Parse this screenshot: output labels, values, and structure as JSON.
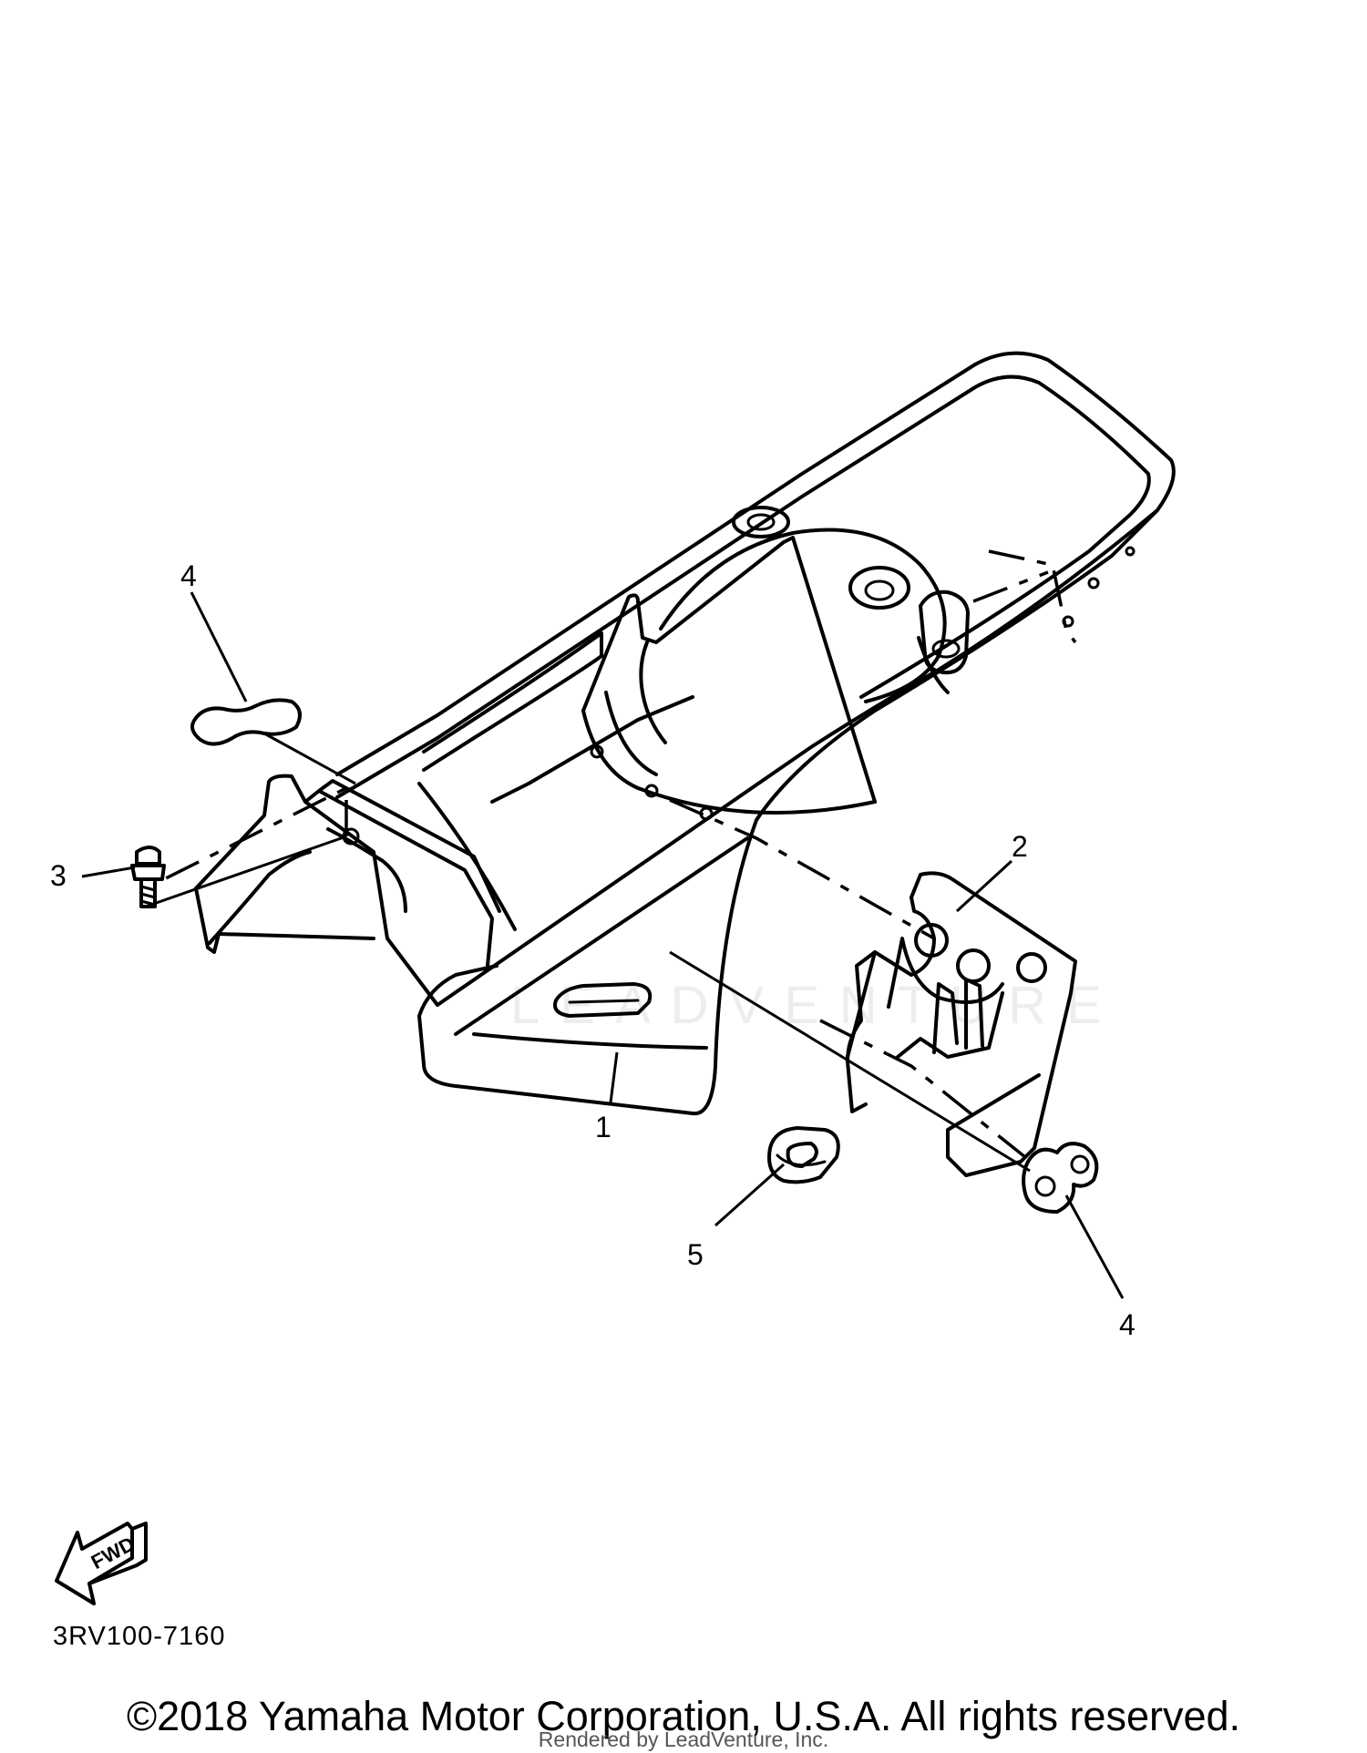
{
  "callouts": {
    "part_1": "1",
    "part_2": "2",
    "part_3": "3",
    "part_4_top": "4",
    "part_4_bottom": "4",
    "part_5": "5"
  },
  "fwd_arrow_label": "FWD",
  "diagram_code": "3RV100-7160",
  "copyright": "©2018 Yamaha Motor Corporation, U.S.A. All rights reserved.",
  "render_credit": "Rendered by LeadVenture, Inc.",
  "watermark_text": "LEADVENTURE",
  "colors": {
    "line": "#000000",
    "background": "#ffffff"
  }
}
